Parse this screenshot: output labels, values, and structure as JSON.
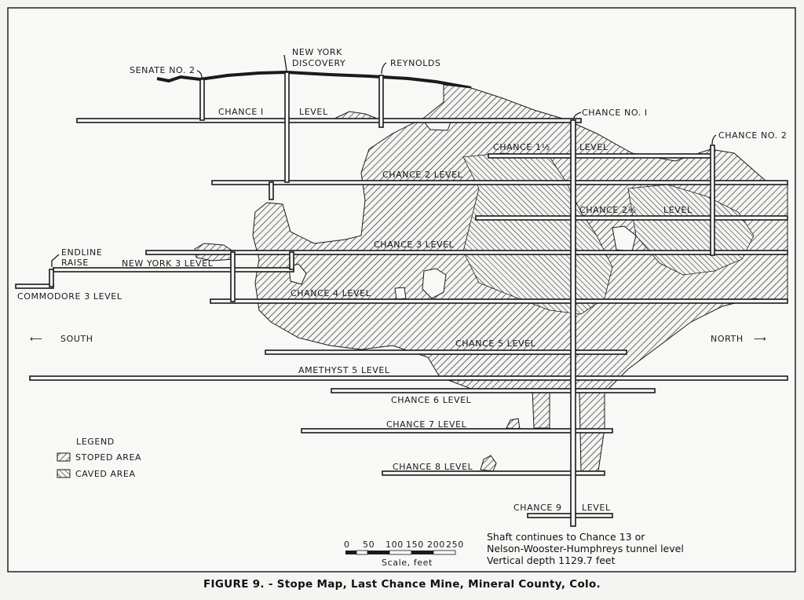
{
  "caption": "FIGURE 9. - Stope Map, Last Chance Mine, Mineral County, Colo.",
  "shafts": {
    "senate_no2": "SENATE NO. 2",
    "new_york_discovery_1": "NEW YORK",
    "new_york_discovery_2": "DISCOVERY",
    "reynolds": "REYNOLDS",
    "chance_no1": "CHANCE NO. I",
    "chance_no2": "CHANCE NO. 2",
    "endline_raise_1": "ENDLINE",
    "endline_raise_2": "RAISE"
  },
  "levels": {
    "chance1_a": "CHANCE I",
    "chance1_b": "LEVEL",
    "chance1_5_a": "CHANCE 1½",
    "chance1_5_b": "LEVEL",
    "chance2": "CHANCE 2 LEVEL",
    "chance2_5_a": "CHANCE 2½",
    "chance2_5_b": "LEVEL",
    "chance3": "CHANCE 3 LEVEL",
    "new_york3": "NEW YORK 3 LEVEL",
    "commodore3": "COMMODORE 3 LEVEL",
    "chance4": "CHANCE 4 LEVEL",
    "chance5": "CHANCE 5 LEVEL",
    "amethyst5": "AMETHYST 5 LEVEL",
    "chance6": "CHANCE 6 LEVEL",
    "chance7": "CHANCE 7 LEVEL",
    "chance8": "CHANCE 8 LEVEL",
    "chance9_a": "CHANCE 9",
    "chance9_b": "LEVEL"
  },
  "directions": {
    "south": "SOUTH",
    "north": "NORTH"
  },
  "legend": {
    "title": "LEGEND",
    "stoped": "STOPED AREA",
    "caved": "CAVED AREA"
  },
  "scale": {
    "ticks": [
      "0",
      "50",
      "100",
      "150",
      "200",
      "250"
    ],
    "label": "Scale, feet"
  },
  "note": {
    "line1": "Shaft continues to Chance 13 or",
    "line2": "Nelson-Wooster-Humphreys tunnel level",
    "line3": "Vertical depth 1129.7 feet"
  },
  "colors": {
    "ink": "#1a1a1a",
    "paper": "#f4f4f2"
  }
}
